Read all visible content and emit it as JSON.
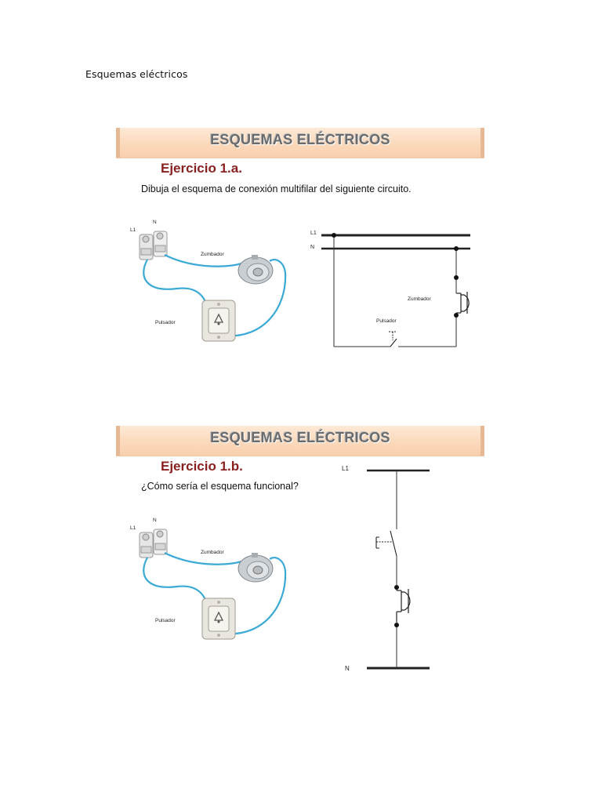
{
  "page_heading": "Esquemas eléctricos",
  "sections": [
    {
      "banner_title": "ESQUEMAS ELÉCTRICOS",
      "exercise_title": "Ejercicio 1.a.",
      "instruction": "Dibuja el esquema de conexión multifilar del siguiente circuito.",
      "photo": {
        "labels": {
          "l1": "L1",
          "n": "N",
          "zumbador": "Zumbador",
          "pulsador": "Pulsador"
        }
      },
      "schematic": {
        "labels": {
          "l1": "L1",
          "n": "N",
          "zumbador": "Zumbador",
          "pulsador": "Pulsador"
        }
      }
    },
    {
      "banner_title": "ESQUEMAS ELÉCTRICOS",
      "exercise_title": "Ejercicio 1.b.",
      "instruction": "¿Cómo sería el esquema funcional?",
      "photo": {
        "labels": {
          "l1": "L1",
          "n": "N",
          "zumbador": "Zumbador",
          "pulsador": "Pulsador"
        }
      },
      "schematic": {
        "labels": {
          "l1": "L1",
          "n": "N"
        }
      }
    }
  ],
  "colors": {
    "banner_text": "#6b6b6b",
    "exercise_title": "#8a1f1f",
    "wire": "#3aa9d6",
    "line": "#222222"
  }
}
